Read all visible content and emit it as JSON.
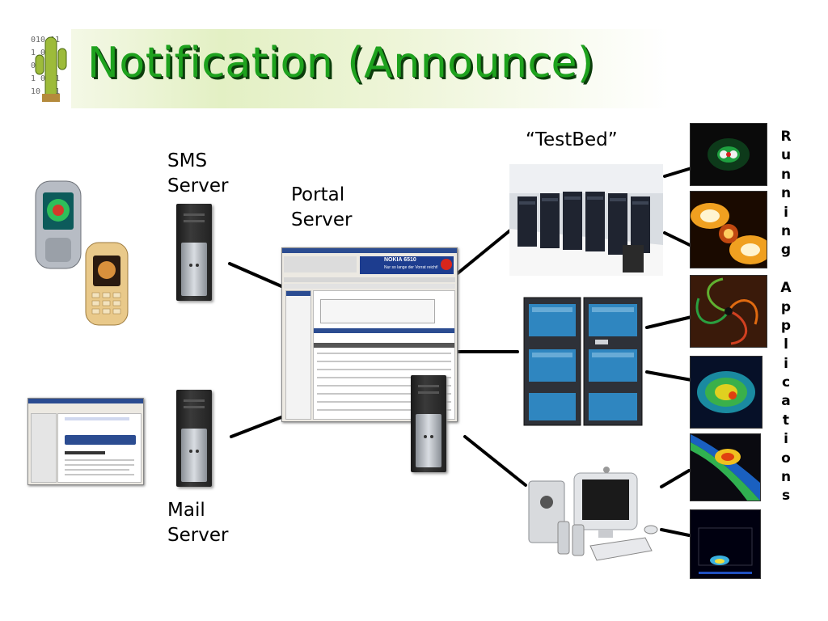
{
  "slide": {
    "title": "Notification (Announce)",
    "labels": {
      "sms_server": "SMS\nServer",
      "portal_server": "Portal\nServer",
      "mail_server": "Mail\nServer",
      "testbed": "“TestBed”",
      "running_applications": [
        "R",
        "u",
        "n",
        "n",
        "i",
        "n",
        "g",
        "",
        "A",
        "p",
        "p",
        "l",
        "i",
        "c",
        "a",
        "t",
        "i",
        "o",
        "n",
        "s"
      ]
    },
    "portal_banner": {
      "brand": "NOKIA 6510",
      "tagline": "Nur so lange der Vorrat reicht!"
    },
    "colors": {
      "title_green": "#1ea21e",
      "title_shadow": "#0b3d0b",
      "window_blue": "#2b4c91"
    }
  }
}
